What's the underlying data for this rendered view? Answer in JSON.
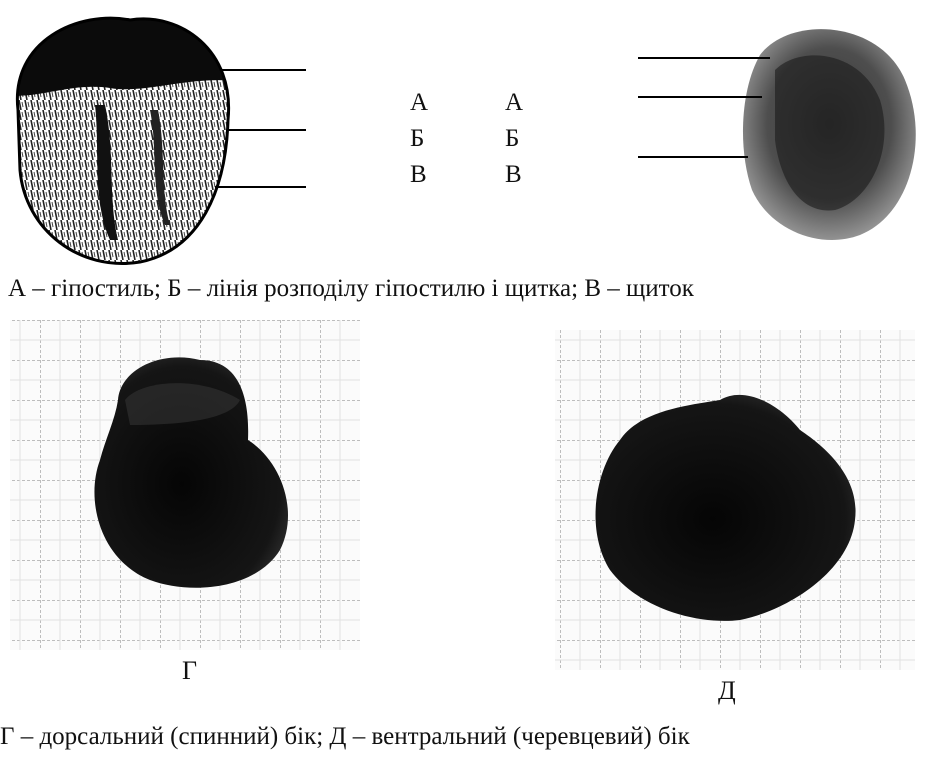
{
  "figure": {
    "top_left_labels": [
      "А",
      "Б",
      "В"
    ],
    "top_right_labels": [
      "А",
      "Б",
      "В"
    ],
    "caption_top": "А – гіпостиль; Б – лінія розподілу гіпостилю і щитка; В – щиток",
    "label_g": "Г",
    "label_d": "Д",
    "caption_bottom": "Г – дорсальний (спинний) бік; Д – вентральний (черевцевий) бік"
  }
}
